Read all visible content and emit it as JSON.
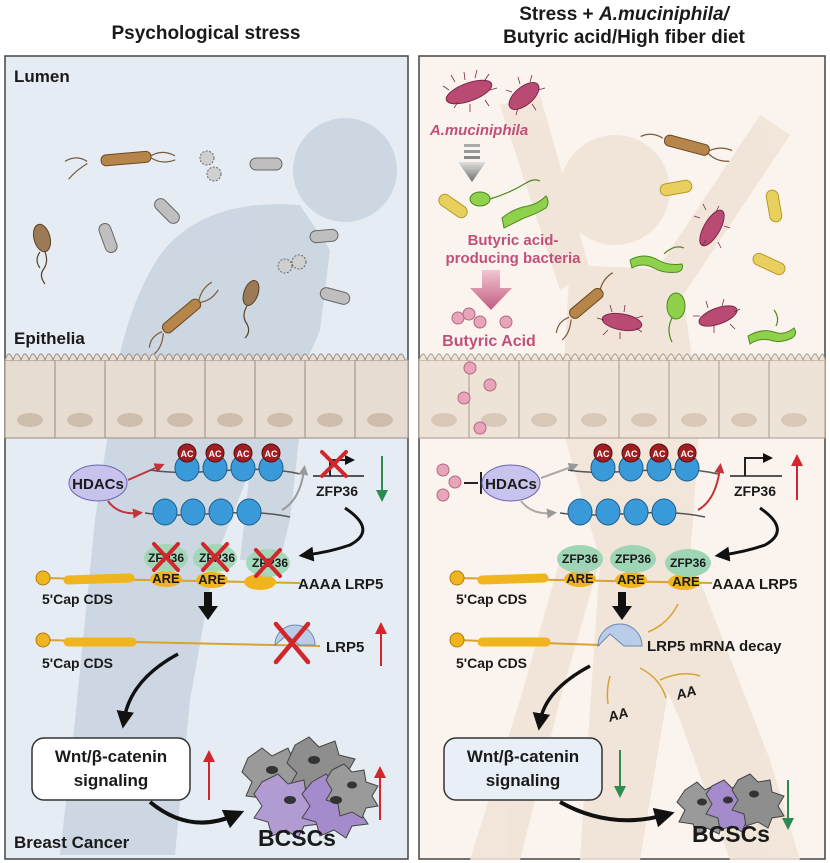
{
  "left": {
    "title": "Psychological stress",
    "lumen": "Lumen",
    "epithelia": "Epithelia",
    "hdacs": "HDACs",
    "ac": "AC",
    "zfp36_gene": "ZFP36",
    "zfp36": "ZFP36",
    "are": "ARE",
    "aaaa_lrp5": "AAAA LRP5",
    "cap_cds": "5'Cap CDS",
    "lrp5": "LRP5",
    "wnt_line1": "Wnt/β-catenin",
    "wnt_line2": "signaling",
    "bcscs": "BCSCs",
    "breast_cancer": "Breast Cancer"
  },
  "right": {
    "title_line1_prefix": "Stress + ",
    "title_line1_italic": "A.muciniphila/",
    "title_line2": "Butyric acid/High fiber diet",
    "akk": "A.muciniphila",
    "butyric_bacteria_line1": "Butyric acid-",
    "butyric_bacteria_line2": "producing bacteria",
    "butyric_acid": "Butyric Acid",
    "hdacs": "HDACs",
    "ac": "AC",
    "zfp36_gene": "ZFP36",
    "zfp36": "ZFP36",
    "are": "ARE",
    "aaaa_lrp5": "AAAA LRP5",
    "cap_cds": "5'Cap CDS",
    "decay": "LRP5 mRNA decay",
    "aa": "AA",
    "wnt_line1": "Wnt/β-catenin",
    "wnt_line2": "signaling",
    "bcscs": "BCSCs"
  },
  "colors": {
    "left_bg": "#e6ecf3",
    "right_bg": "#fbf4ee",
    "up_arrow": "#d1262b",
    "down_arrow": "#2e8b4f",
    "cross": "#d1262b",
    "akk_label": "#c0507a"
  }
}
